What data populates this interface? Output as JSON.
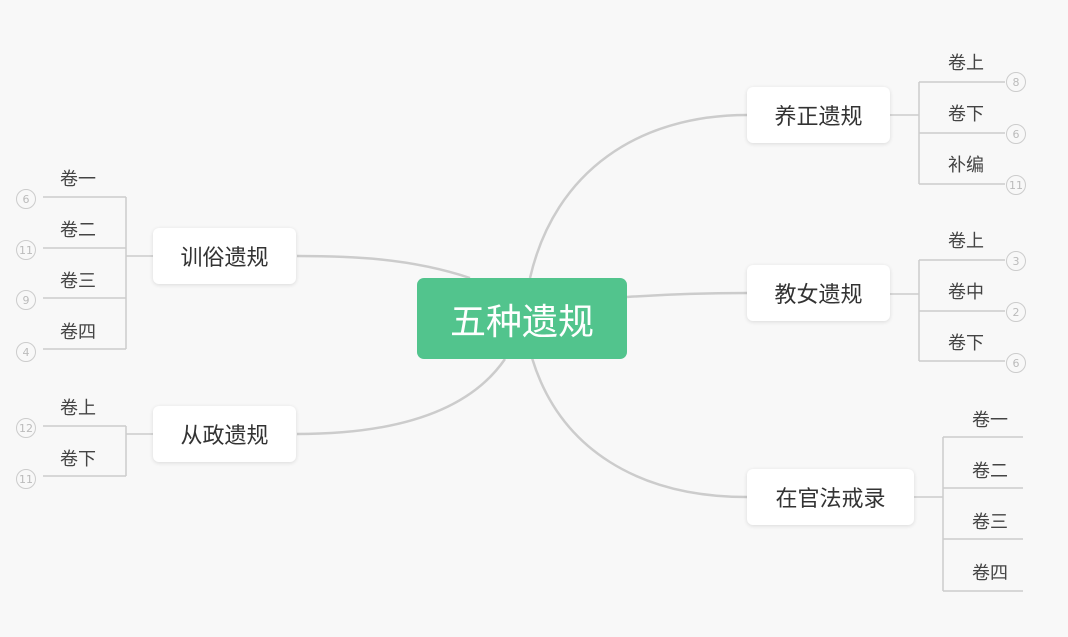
{
  "root": {
    "label": "五种遗规"
  },
  "branches": {
    "yangzheng": {
      "label": "养正遗规",
      "items": [
        {
          "label": "卷上",
          "count": "8"
        },
        {
          "label": "卷下",
          "count": "6"
        },
        {
          "label": "补编",
          "count": "11"
        }
      ]
    },
    "jiaonv": {
      "label": "教女遗规",
      "items": [
        {
          "label": "卷上",
          "count": "3"
        },
        {
          "label": "卷中",
          "count": "2"
        },
        {
          "label": "卷下",
          "count": "6"
        }
      ]
    },
    "zaiguan": {
      "label": "在官法戒录",
      "items": [
        {
          "label": "卷一"
        },
        {
          "label": "卷二"
        },
        {
          "label": "卷三"
        },
        {
          "label": "卷四"
        }
      ]
    },
    "xunsu": {
      "label": "训俗遗规",
      "items": [
        {
          "label": "卷一",
          "count": "6"
        },
        {
          "label": "卷二",
          "count": "11"
        },
        {
          "label": "卷三",
          "count": "9"
        },
        {
          "label": "卷四",
          "count": "4"
        }
      ]
    },
    "congzheng": {
      "label": "从政遗规",
      "items": [
        {
          "label": "卷上",
          "count": "12"
        },
        {
          "label": "卷下",
          "count": "11"
        }
      ]
    }
  },
  "colors": {
    "root_fill": "#52c48d",
    "connector": "#cccccc",
    "background": "#f8f8f8"
  }
}
